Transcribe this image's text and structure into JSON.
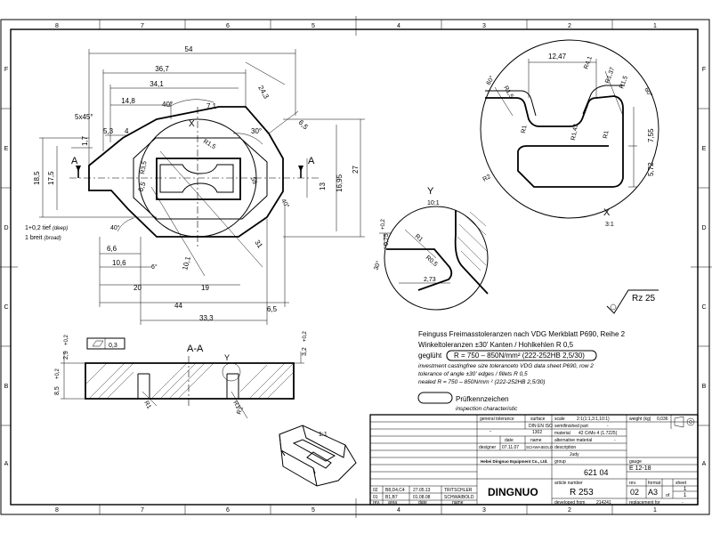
{
  "frame": {
    "columns": [
      "8",
      "7",
      "6",
      "5",
      "4",
      "3",
      "2",
      "1"
    ],
    "rows": [
      "F",
      "E",
      "D",
      "C",
      "B",
      "A"
    ]
  },
  "plan_view": {
    "dims": {
      "d54": "54",
      "d36_7": "36,7",
      "d34_1": "34,1",
      "d14_8": "14,8",
      "d24_3": "24,3",
      "d6_5a": "6,5",
      "d5x45": "5x45°",
      "d5_3": "5,3",
      "d4": "4",
      "d1_7": "1,7",
      "d40a": "40°",
      "d7_1": "7,1",
      "d30": "30°",
      "dX": "X",
      "dR1_5": "R1,5",
      "dR3_5": "R3,5",
      "d6_5b": "6,5",
      "d55": "55",
      "d40b": "40°",
      "d18_5": "18,5",
      "d17_5": "17,5",
      "d13": "13",
      "d16_95": "16,95",
      "d27": "27",
      "depth": "1+0,2 tief",
      "depth_en": "(deep)",
      "breit": "1 breit",
      "breit_en": "(broad)",
      "d40c": "40°",
      "d6_6": "6,6",
      "d10_6": "10,6",
      "d6deg": "6°",
      "d10_1": "10,1",
      "d31": "31",
      "d20": "20",
      "d19": "19",
      "d44": "44",
      "d33_3": "33,3",
      "d6_5c": "6,5",
      "secA1": "A",
      "secA2": "A"
    }
  },
  "detail_x": {
    "label": "X",
    "scale": "3:1",
    "dims": {
      "d12_47": "12,47",
      "d60a": "60°",
      "d60b": "60°",
      "R1_5a": "R1,5",
      "R1_5b": "R1,5",
      "R4_1": "R4,1",
      "R1_37": "R1,37",
      "R1a": "R1",
      "R1b": "R1",
      "R1_43": "R1,43",
      "d7_55": "7,55",
      "d5_72": "5,72",
      "R2": "R2"
    }
  },
  "detail_y": {
    "label": "Y",
    "scale": "10:1",
    "dims": {
      "d075": "0,75",
      "d02": "+0,2",
      "R1": "R1",
      "R0_5": "R0,5",
      "d30": "30°",
      "d2_73": "2,73"
    }
  },
  "section_aa": {
    "label": "A-A",
    "y_mark": "Y",
    "flatness": "0,3",
    "dims": {
      "d2_9": "2,9",
      "d02a": "+0,2",
      "d8_5": "8,5",
      "d02b": "+0,2",
      "d3_2": "3,2",
      "d02c": "+0,2",
      "R1a": "R1",
      "R1b": "R1",
      "R1c": "R1"
    }
  },
  "surface": {
    "symbol": "Rz 25"
  },
  "notes": {
    "line1": "Feinguss Freimasstoleranzen nach VDG Merkblatt P690, Reihe 2",
    "line2": "Winkeltoleranzen ±30'         Kanten / Hohlkehlen R 0,5",
    "line3_a": "geglüht",
    "line3_b": "R",
    "line3_c": " = 750 – 850N/mm² (222-252HB 2,5/30)",
    "line4": "investment castingfree size toleranceto VDG data sheet P690, row 2",
    "line5": "tolerance of angle ±30'         edges / fillets R 0,5",
    "line6": "nealed R   = 750 – 850N/mm ²  (222-252HB 2,5/30)",
    "insp_de": "Prüfkennzeichen",
    "insp_en": "inspection characteristic"
  },
  "iso_view": {
    "scale": "1:1"
  },
  "title_block": {
    "general_tolerance": "general tolerance",
    "surface": "surface",
    "scale_label": "scale",
    "scale_val": "2:1(1:1,3:1,10:1)",
    "weight_label": "weight (kg)",
    "weight_val": "0,036",
    "din": "DIN EN ISO",
    "din_no": "1302",
    "semifinished": "semifinished part",
    "semifinished_val": "-",
    "material_label": "material",
    "material_val": "42 CrMo 4    (1.7225)",
    "dash": "-",
    "alt_material": "alternative material",
    "alt_material_val": "-",
    "date_label": "date",
    "name_label": "name",
    "description_label": "description",
    "designer_label": "designer",
    "designer_date": "07.11.07",
    "designer_name": "SCHWAIBOLD",
    "description_val": "Judy",
    "company": "Hebei Dingnuo Equipment Co., Ltd.",
    "group_label": "group",
    "group_val": "621  04",
    "gauge_label": "gauge",
    "gauge_val": "E 12-18",
    "article_label": "article number",
    "article_val": "R  253",
    "rev_label": "rev.",
    "rev_val": "02",
    "format_label": "format",
    "format_val": "A3",
    "sheet_label": "sheet",
    "sheet_val": "1",
    "of_label": "of",
    "of_val": "1",
    "brand": "DINGNUO",
    "developed_label": "developed from",
    "developed_val": "214241",
    "replacement_label": "replacement for",
    "replacement_val": "-",
    "rev_rows": [
      {
        "rev": "02",
        "area": "B8,D4,C4",
        "date": "27.05.13",
        "name": "TRITSCHLER"
      },
      {
        "rev": "01",
        "area": "B1,B7",
        "date": "01.08.08",
        "name": "SCHWAIBOLD"
      }
    ],
    "rev_head": {
      "rev": "rev.",
      "area": "area",
      "date": "date",
      "name": "name"
    }
  }
}
